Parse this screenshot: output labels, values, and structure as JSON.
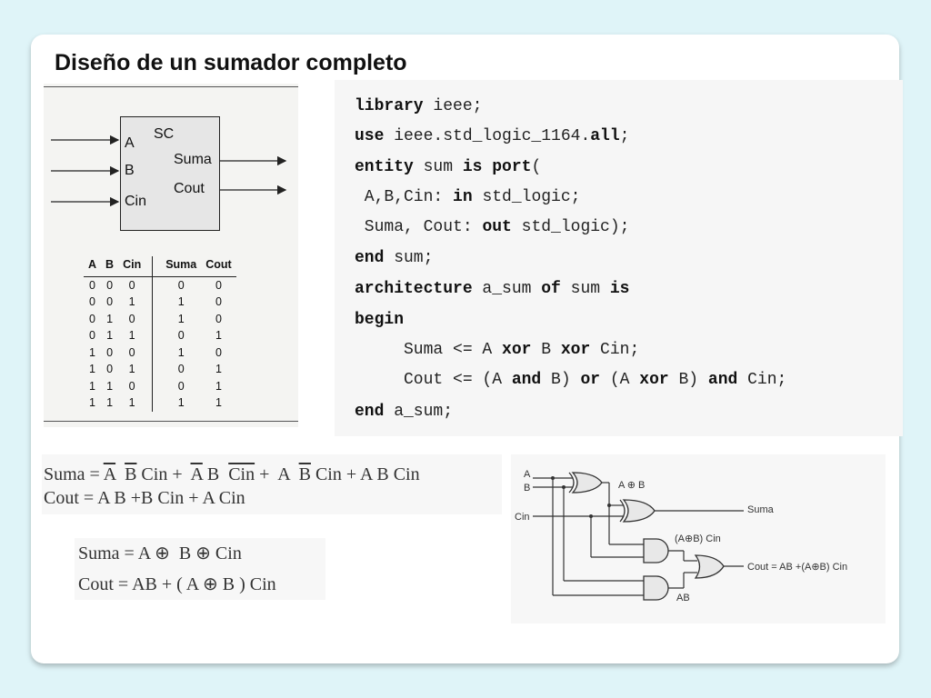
{
  "title": "Diseño de un sumador completo",
  "block": {
    "name": "SC",
    "inputs": [
      "A",
      "B",
      "Cin"
    ],
    "outputs": [
      "Suma",
      "Cout"
    ]
  },
  "truth_table": {
    "headers": [
      "A",
      "B",
      "Cin",
      "Suma",
      "Cout"
    ],
    "rows": [
      [
        "0",
        "0",
        "0",
        "0",
        "0"
      ],
      [
        "0",
        "0",
        "1",
        "1",
        "0"
      ],
      [
        "0",
        "1",
        "0",
        "1",
        "0"
      ],
      [
        "0",
        "1",
        "1",
        "0",
        "1"
      ],
      [
        "1",
        "0",
        "0",
        "1",
        "0"
      ],
      [
        "1",
        "0",
        "1",
        "0",
        "1"
      ],
      [
        "1",
        "1",
        "0",
        "0",
        "1"
      ],
      [
        "1",
        "1",
        "1",
        "1",
        "1"
      ]
    ]
  },
  "code": {
    "l1": [
      {
        "t": "library",
        "k": true
      },
      {
        "t": " ieee;"
      }
    ],
    "l2": [
      {
        "t": "use",
        "k": true
      },
      {
        "t": " ieee.std_logic_1164."
      },
      {
        "t": "all",
        "k": true
      },
      {
        "t": ";"
      }
    ],
    "l3": [
      {
        "t": "entity",
        "k": true
      },
      {
        "t": " sum "
      },
      {
        "t": "is",
        "k": true
      },
      {
        "t": " "
      },
      {
        "t": "port",
        "k": true
      },
      {
        "t": "("
      }
    ],
    "l4": [
      {
        "t": " A,B,Cin: "
      },
      {
        "t": "in",
        "k": true
      },
      {
        "t": " std_logic;"
      }
    ],
    "l5": [
      {
        "t": " Suma, Cout: "
      },
      {
        "t": "out",
        "k": true
      },
      {
        "t": " std_logic);"
      }
    ],
    "l6": [
      {
        "t": "end",
        "k": true
      },
      {
        "t": " sum;"
      }
    ],
    "l7": [
      {
        "t": "architecture",
        "k": true
      },
      {
        "t": " a_sum "
      },
      {
        "t": "of",
        "k": true
      },
      {
        "t": " sum "
      },
      {
        "t": "is",
        "k": true
      }
    ],
    "l8": [
      {
        "t": "begin",
        "k": true
      }
    ],
    "l9": [
      {
        "t": "     Suma <= A "
      },
      {
        "t": "xor",
        "k": true
      },
      {
        "t": " B "
      },
      {
        "t": "xor",
        "k": true
      },
      {
        "t": " Cin;"
      }
    ],
    "l10": [
      {
        "t": "     Cout <= (A "
      },
      {
        "t": "and",
        "k": true
      },
      {
        "t": " B) "
      },
      {
        "t": "or",
        "k": true
      },
      {
        "t": " (A "
      },
      {
        "t": "xor",
        "k": true
      },
      {
        "t": " B) "
      },
      {
        "t": "and",
        "k": true
      },
      {
        "t": " Cin;"
      }
    ],
    "l11": [
      {
        "t": "end",
        "k": true
      },
      {
        "t": " a_sum;"
      }
    ]
  },
  "equations": {
    "sop_suma": [
      {
        "t": "Suma = "
      },
      {
        "t": "A",
        "o": true
      },
      {
        "t": "  "
      },
      {
        "t": "B",
        "o": true
      },
      {
        "t": " Cin +  "
      },
      {
        "t": "A",
        "o": true
      },
      {
        "t": " B  "
      },
      {
        "t": "Cin",
        "o": true
      },
      {
        "t": " +  A  "
      },
      {
        "t": "B",
        "o": true
      },
      {
        "t": " Cin + A B Cin"
      }
    ],
    "sop_cout": [
      {
        "t": "Cout = A B +B Cin + A Cin"
      }
    ],
    "xor_suma": "Suma = A ⊕  B ⊕ Cin",
    "xor_cout": "Cout = AB + ( A ⊕ B ) Cin"
  },
  "circuit": {
    "in_a": "A",
    "in_b": "B",
    "in_cin": "Cin",
    "xor1_label": "A ⊕ B",
    "out_suma": "Suma",
    "and1_label": "(A⊕B) Cin",
    "out_cout": "Cout = AB +(A⊕B) Cin",
    "and2_label": "AB"
  }
}
